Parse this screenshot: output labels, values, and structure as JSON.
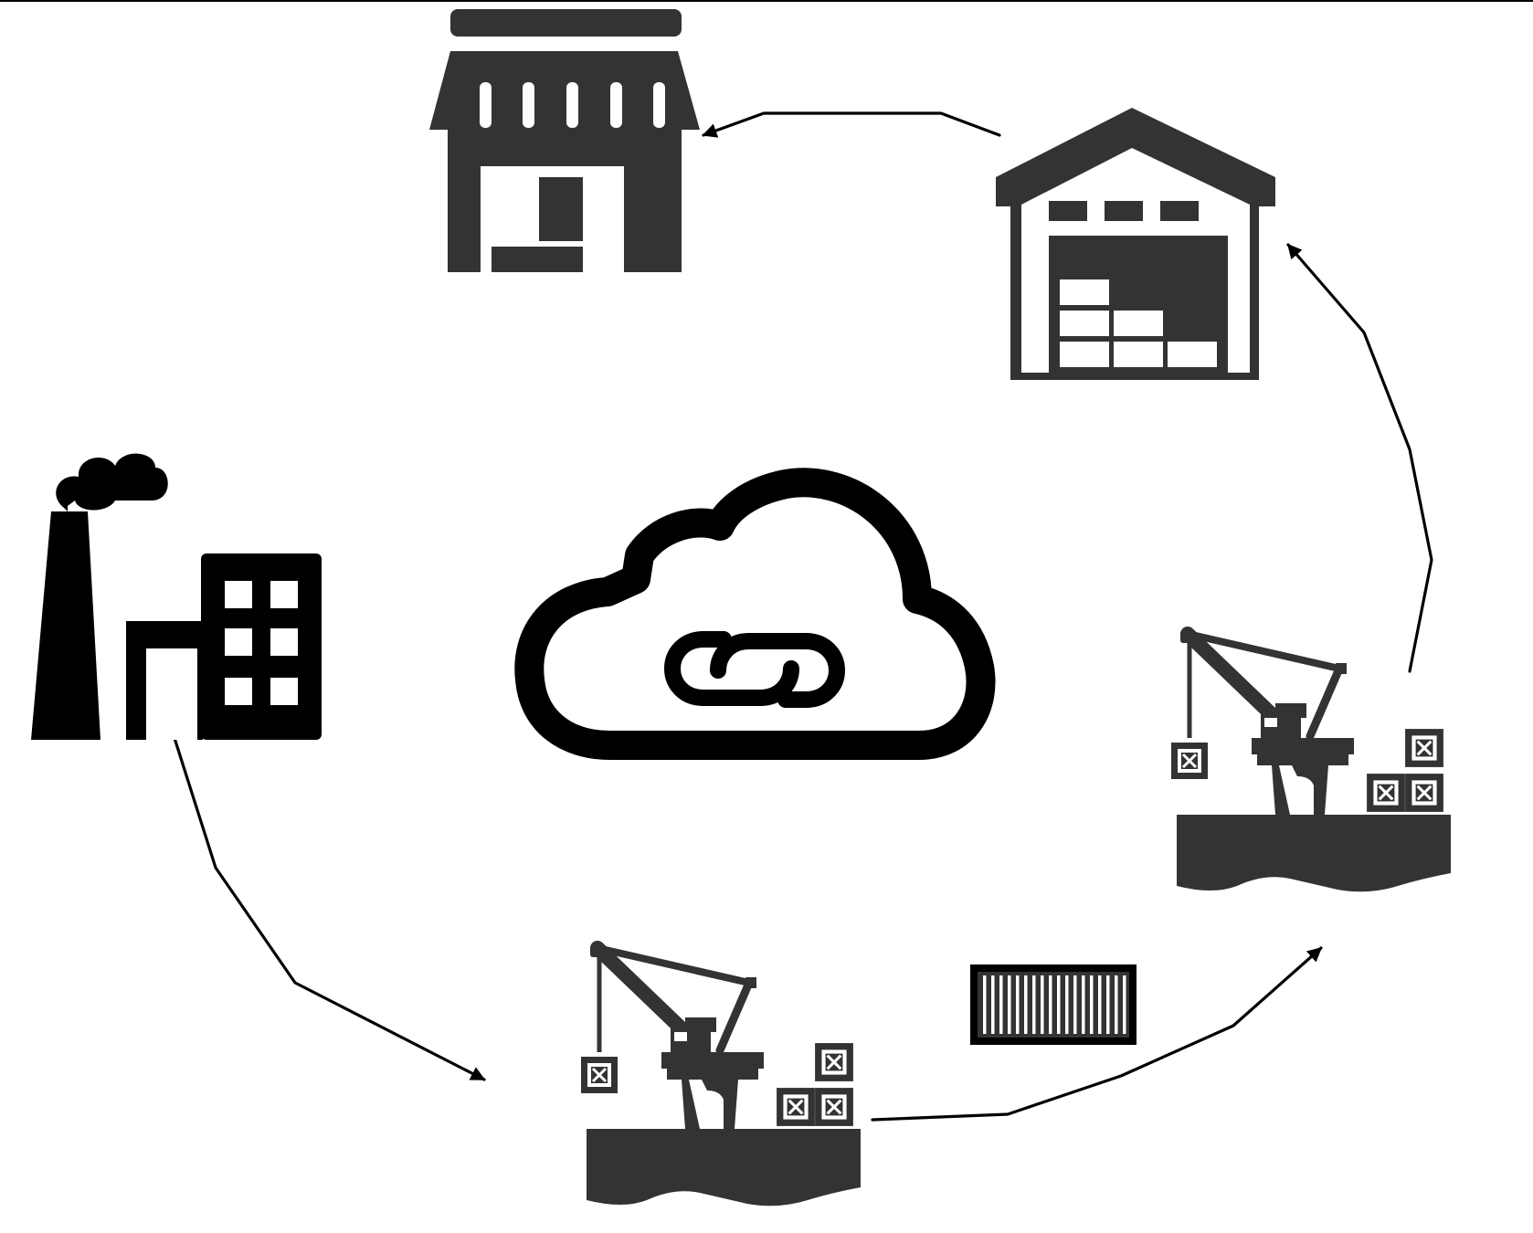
{
  "diagram": {
    "nodes": [
      {
        "id": "factory",
        "icon": "factory-icon"
      },
      {
        "id": "origin-port",
        "icon": "port-crane-icon"
      },
      {
        "id": "destination-port",
        "icon": "port-crane-icon"
      },
      {
        "id": "warehouse",
        "icon": "warehouse-icon"
      },
      {
        "id": "retail-store",
        "icon": "store-icon"
      },
      {
        "id": "cloud-hub",
        "icon": "cloud-link-icon"
      },
      {
        "id": "shipping-container",
        "icon": "shipping-container-icon"
      }
    ],
    "edges": [
      {
        "from": "factory",
        "to": "origin-port"
      },
      {
        "from": "origin-port",
        "to": "destination-port"
      },
      {
        "from": "destination-port",
        "to": "warehouse"
      },
      {
        "from": "warehouse",
        "to": "retail-store"
      }
    ],
    "colors": {
      "icon_dark": "#333333",
      "icon_black": "#000000",
      "background": "#ffffff"
    }
  }
}
